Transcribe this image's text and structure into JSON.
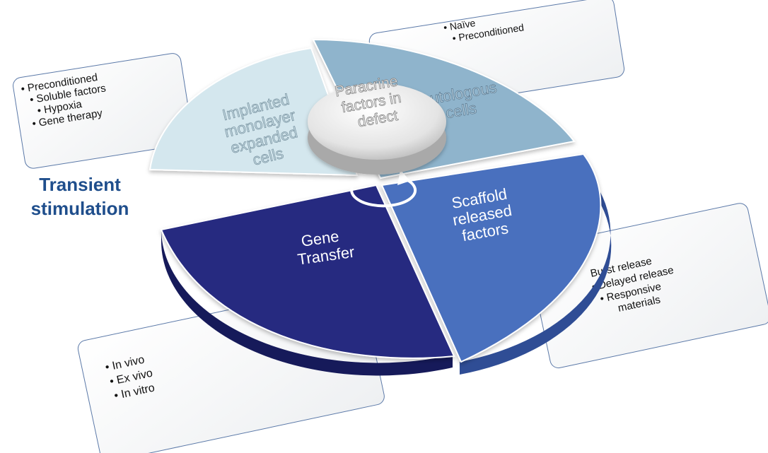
{
  "diagram": {
    "center_label": [
      "Paracrine",
      "factors in",
      "defect"
    ],
    "side_label": [
      "Transient",
      "stimulation"
    ],
    "segments": [
      {
        "id": "implanted",
        "label": [
          "Implanted",
          "monolayer",
          "expanded",
          "cells"
        ],
        "color": "#d4e7ee"
      },
      {
        "id": "autologous",
        "label": [
          "Autologous",
          "cells"
        ],
        "color": "#8fb4cc"
      },
      {
        "id": "scaffold",
        "label": [
          "Scaffold",
          "released",
          "factors"
        ],
        "color": "#4a6fbe"
      },
      {
        "id": "gene",
        "label": [
          "Gene",
          "Transfer"
        ],
        "color": "#252a80"
      }
    ],
    "boxes": [
      {
        "id": "implanted-options",
        "items": [
          "Preconditioned",
          "Soluble factors",
          "Hypoxia",
          "Gene therapy"
        ]
      },
      {
        "id": "autologous-options",
        "items": [
          "Naïve",
          "Preconditioned"
        ]
      },
      {
        "id": "scaffold-options",
        "items": [
          "Burst release",
          "Delayed release",
          "Responsive",
          "materials"
        ]
      },
      {
        "id": "gene-options",
        "items": [
          "In vivo",
          "Ex vivo",
          "In vitro"
        ]
      }
    ]
  }
}
